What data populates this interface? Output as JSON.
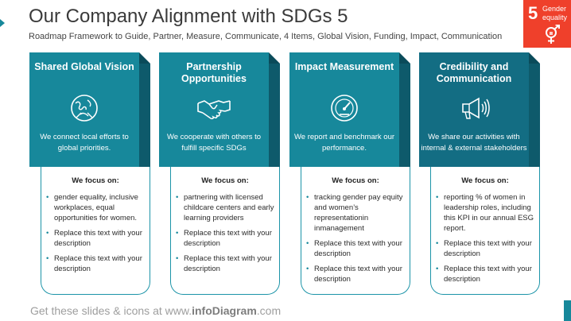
{
  "header": {
    "title": "Our Company Alignment with SDGs 5",
    "subtitle": "Roadmap Framework to Guide, Partner, Measure, Communicate, 4 Items, Global Vision, Funding, Impact, Communication"
  },
  "sdg_badge": {
    "number": "5",
    "label_line1": "Gender",
    "label_line2": "equality",
    "icon": "gender-equality-icon",
    "color": "#ef402b"
  },
  "colors": {
    "teal": "#17889b",
    "dark_teal": "#136d83",
    "fold": "#0a4b5a"
  },
  "cards": [
    {
      "heading": "Shared Global Vision",
      "icon": "globe-icon",
      "description": "We connect local efforts to global priorities.",
      "focus_title": "We focus on:",
      "items": [
        "gender equality, inclusive workplaces, equal opportunities for women.",
        "Replace this text with your description",
        "Replace this text with your description"
      ]
    },
    {
      "heading": "Partnership Opportunities",
      "icon": "handshake-icon",
      "description": "We cooperate with others to fulfill specific SDGs",
      "focus_title": "We focus on:",
      "items": [
        "partnering with licensed childcare centers and early learning providers",
        "Replace this text with your description",
        "Replace this text with your description"
      ]
    },
    {
      "heading": "Impact Measurement",
      "icon": "gauge-icon",
      "description": "We report and benchmark our performance.",
      "focus_title": "We focus on:",
      "items": [
        "tracking gender pay equity and women’s representationin inmanagement",
        "Replace this text with your description",
        "Replace this text with your description"
      ]
    },
    {
      "heading": "Credibility and Communication",
      "icon": "megaphone-icon",
      "description": "We share our activities with internal & external stakeholders",
      "focus_title": "We focus on:",
      "items": [
        "reporting % of women in leadership roles, including this KPI in our annual ESG report.",
        "Replace this text with your description",
        "Replace this text with your description"
      ]
    }
  ],
  "footer": {
    "prefix": "Get these slides & icons at www.",
    "brand": "infoDiagram",
    "suffix": ".com"
  }
}
